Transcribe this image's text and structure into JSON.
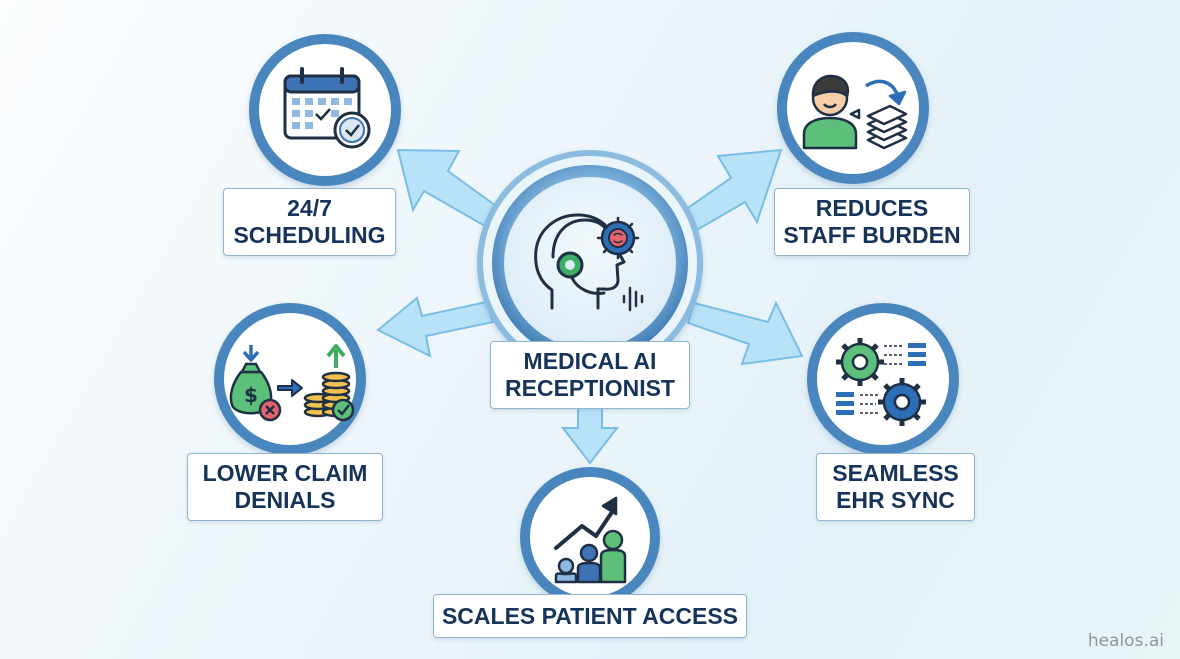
{
  "center": {
    "line1": "MEDICAL AI",
    "line2": "RECEPTIONIST",
    "icon": "ai-receptionist-headset-brain-icon"
  },
  "nodes": [
    {
      "id": "scheduling",
      "line1": "24/7",
      "line2": "SCHEDULING",
      "icon": "calendar-clock-icon"
    },
    {
      "id": "staff",
      "line1": "REDUCES",
      "line2": "STAFF BURDEN",
      "icon": "person-paper-stack-icon"
    },
    {
      "id": "claims",
      "line1": "LOWER CLAIM",
      "line2": "DENIALS",
      "icon": "money-bag-coins-icon"
    },
    {
      "id": "ehr",
      "line1": "SEAMLESS",
      "line2": "EHR SYNC",
      "icon": "gears-sync-icon"
    },
    {
      "id": "access",
      "line1": "SCALES PATIENT ACCESS",
      "icon": "growth-people-icon"
    }
  ],
  "watermark": "healos.ai",
  "colors": {
    "ring": "#4a86bd",
    "arrow_fill": "#b8e2f7",
    "arrow_stroke": "#79bde6",
    "text": "#16335a",
    "accent_green": "#3fae63",
    "accent_blue": "#3d72b4"
  }
}
